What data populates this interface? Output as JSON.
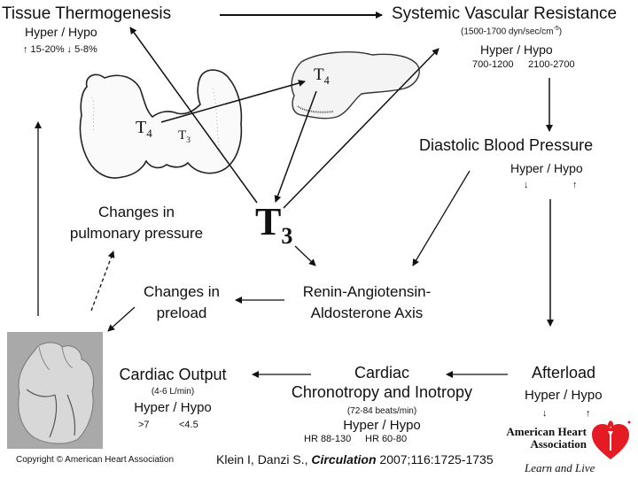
{
  "tissue_thermogenesis": {
    "title": "Tissue Thermogenesis",
    "hyper_hypo": "Hyper  / Hypo",
    "values": "↑ 15-20%  ↓ 5-8%"
  },
  "svr": {
    "title": "Systemic Vascular Resistance",
    "normal": "(1500-1700 dyn/sec/cm",
    "normal_exp": "-5",
    "normal_close": ")",
    "hyper_hypo": "Hyper  /  Hypo",
    "hyper_value": "700-1200",
    "hypo_value": "2100-2700"
  },
  "dbp": {
    "title": "Diastolic Blood Pressure",
    "hyper_hypo": "Hyper  / Hypo",
    "hyper_arrow": "↓",
    "hypo_arrow": "↑"
  },
  "pulmonary": {
    "line1": "Changes in",
    "line2": "pulmonary pressure"
  },
  "t3_center": {
    "letter": "T",
    "sub": "3"
  },
  "thyroid_labels": {
    "t4_letter": "T",
    "t4_sub": "4",
    "t3_letter": "T",
    "t3_sub": "3"
  },
  "liver_label": {
    "letter": "T",
    "sub": "4"
  },
  "preload": {
    "line1": "Changes in",
    "line2": "preload"
  },
  "raas": {
    "line1": "Renin-Angiotensin-",
    "line2": "Aldosterone Axis"
  },
  "cardiac_output": {
    "title": "Cardiac Output",
    "normal": "(4-6 L/min)",
    "hyper_hypo": "Hyper / Hypo",
    "hyper_value": ">7",
    "hypo_value": "<4.5"
  },
  "chronotropy": {
    "line1": "Cardiac",
    "line2": "Chronotropy and Inotropy",
    "normal": "(72-84 beats/min)",
    "hyper_hypo": "Hyper  /  Hypo",
    "hyper_value": "HR 88-130",
    "hypo_value": "HR 60-80"
  },
  "afterload": {
    "title": "Afterload",
    "hyper_hypo": "Hyper /  Hypo",
    "hyper_arrow": "↓",
    "hypo_arrow": "↑"
  },
  "aha_logo": {
    "line1": "American Heart",
    "line2": "Association",
    "tagline": "Learn and Live",
    "brand_color": "#e41b23"
  },
  "footer": {
    "copyright": "Copyright © American Heart Association",
    "citation_authors": "Klein I, Danzi S., ",
    "citation_journal": "Circulation",
    "citation_ref": " 2007;116:1725-1735"
  }
}
